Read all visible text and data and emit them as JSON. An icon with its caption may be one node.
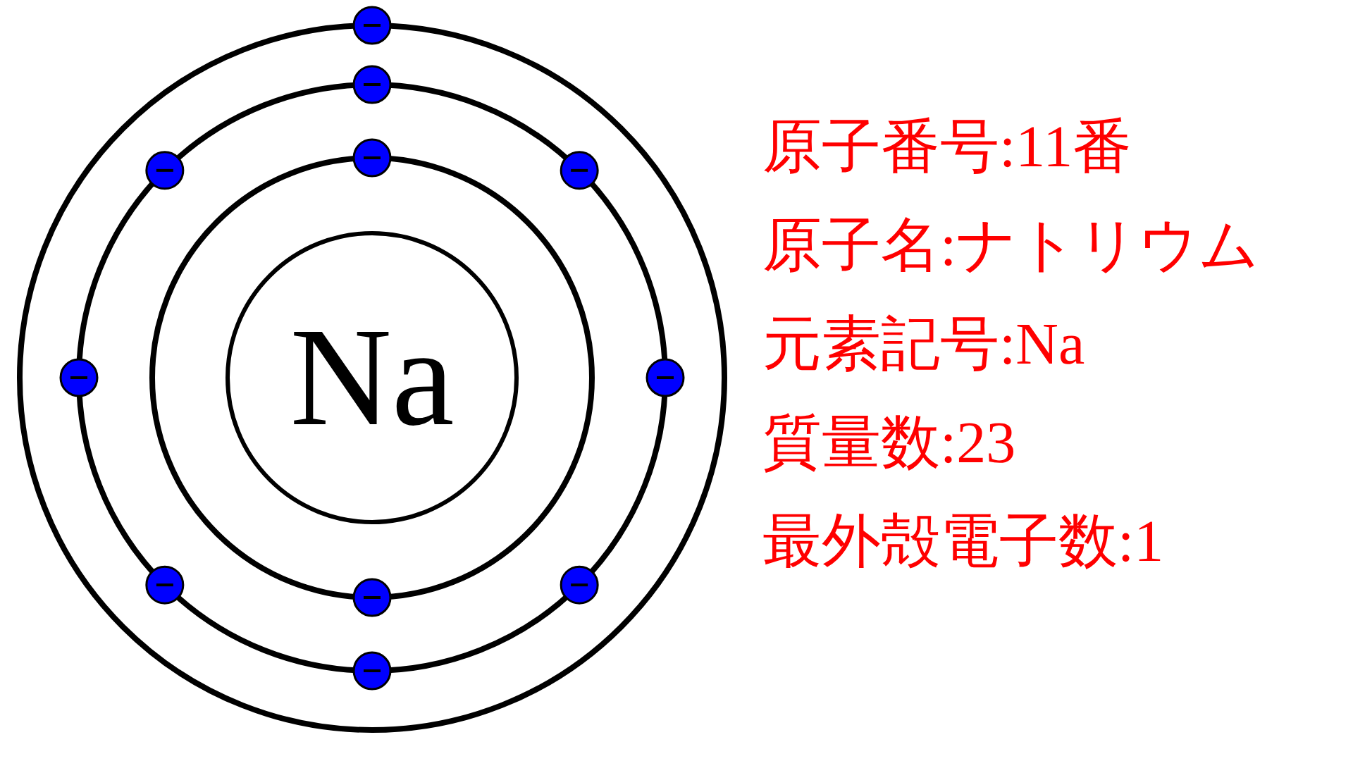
{
  "diagram": {
    "nodes": [
      {
        "text": [
          "Na"
        ]
      }
    ],
    "labels": [
      "原子番号:11番",
      "原子名:ナトリウム",
      "元素記号:Na",
      "質量数:23",
      "最外殻電子数:1"
    ]
  }
}
